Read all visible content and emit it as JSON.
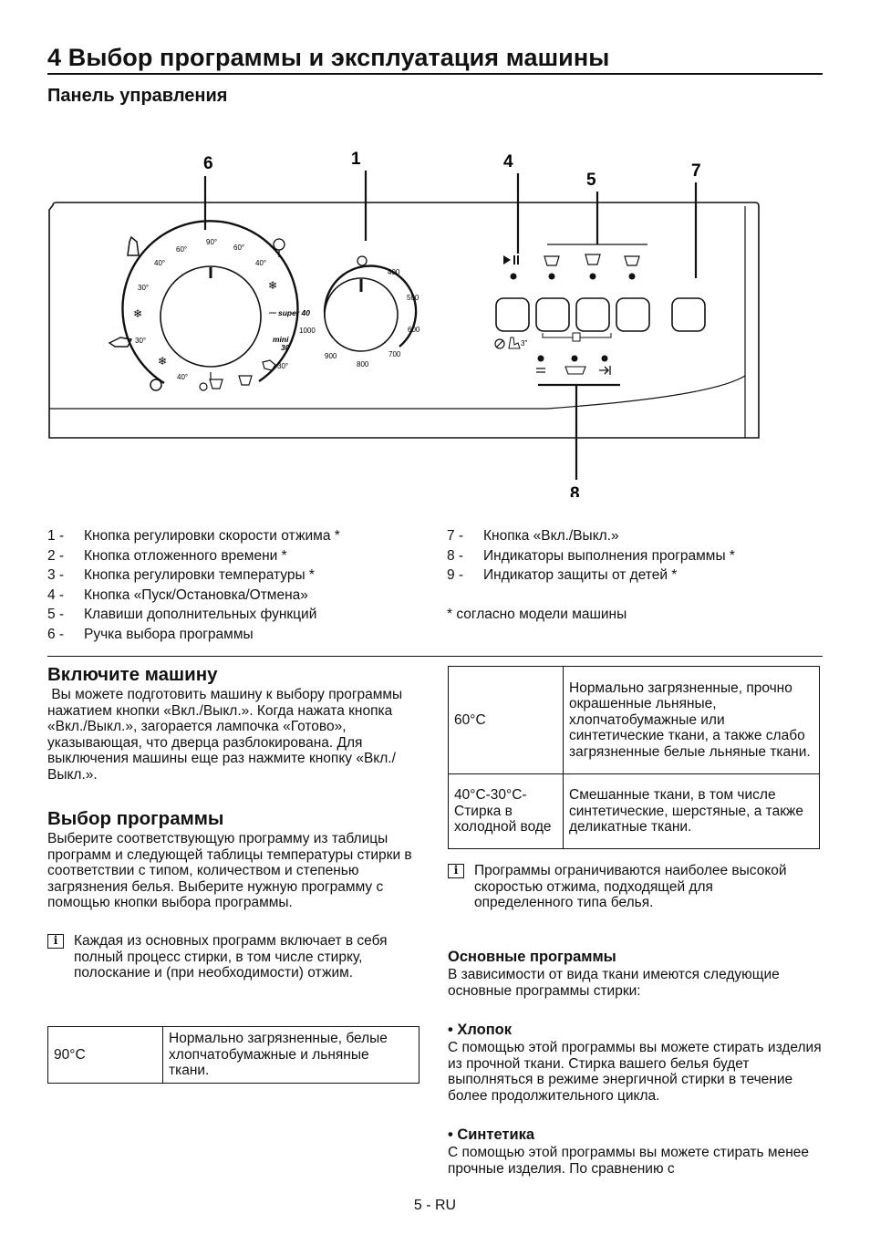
{
  "header": {
    "title": "4 Выбор программы и эксплуатация машины",
    "subtitle": "Панель управления"
  },
  "diagram": {
    "callouts": [
      "6",
      "1",
      "4",
      "5",
      "7",
      "8"
    ],
    "program_dial": {
      "temps": [
        "90°",
        "60°",
        "60°",
        "40°",
        "40°",
        "30°",
        "30°",
        "40°",
        "30°"
      ],
      "labels": [
        "super 40",
        "mini",
        "30"
      ]
    },
    "spin_dial": {
      "speeds": [
        "400",
        "500",
        "600",
        "700",
        "800",
        "900",
        "1000"
      ]
    },
    "child_lock_label": "3\""
  },
  "legend_left": [
    {
      "num": "1 -",
      "text": "Кнопка регулировки скорости отжима *"
    },
    {
      "num": "2 -",
      "text": "Кнопка отложенного времени *"
    },
    {
      "num": "3 -",
      "text": "Кнопка регулировки температуры *"
    },
    {
      "num": "4 -",
      "text": "Кнопка «Пуск/Остановка/Отмена»"
    },
    {
      "num": "5 -",
      "text": "Клавиши дополнительных функций"
    },
    {
      "num": "6 -",
      "text": "Ручка выбора программы"
    }
  ],
  "legend_right": [
    {
      "num": "7 -",
      "text": "Кнопка «Вкл./Выкл.»"
    },
    {
      "num": "8 -",
      "text": "Индикаторы выполнения программы *"
    },
    {
      "num": "9 -",
      "text": "Индикатор защиты от детей *"
    }
  ],
  "legend_footnote": "* согласно модели машины",
  "switch_on": {
    "title": "Включите машину",
    "body": " Вы можете подготовить машину к выбору программы нажатием кнопки «Вкл./Выкл.». Когда нажата кнопка «Вкл./Выкл.», загорается лампочка «Готово», указывающая, что дверца разблокирована. Для выключения машины еще раз нажмите кнопку «Вкл./Выкл.»."
  },
  "program_select": {
    "title": "Выбор программы",
    "body": "Выберите соответствующую программу из таблицы программ и следующей таблицы температуры стирки в соответствии с типом, количеством и степенью загрязнения белья. Выберите нужную программу с помощью кнопки выбора программы.",
    "note": "Каждая из основных программ включает в себя полный процесс стирки, в том числе стирку, полоскание и (при необходимости) отжим."
  },
  "temp_table_left": [
    {
      "temp": "90°C",
      "desc": "Нормально загрязненные, белые хлопчатобумажные и льняные ткани."
    }
  ],
  "temp_table_right": [
    {
      "temp": "60°C",
      "desc": "Нормально загрязненные, прочно окрашенные льняные, хлопчатобумажные или синтетические ткани, а также слабо загрязненные белые льняные ткани."
    },
    {
      "temp": "40°C-30°C- Стирка в холодной воде",
      "desc": "Смешанные ткани, в том числе синтетические, шерстяные, а также деликатные ткани."
    }
  ],
  "right_note": "Программы ограничиваются наиболее высокой скоростью отжима, подходящей для определенного типа белья.",
  "main_programs": {
    "title": "Основные программы",
    "body": "В зависимости от вида ткани имеются следующие основные программы стирки:",
    "items": [
      {
        "title": "• Хлопок",
        "body": "С помощью этой программы вы можете стирать изделия из прочной ткани. Стирка вашего белья будет выполняться в режиме энергичной стирки в течение более продолжительного цикла."
      },
      {
        "title": "• Синтетика",
        "body": "С помощью этой программы вы можете стирать менее прочные изделия. По сравнению с"
      }
    ]
  },
  "page_number": "5 - RU",
  "info_icon_glyph": "i"
}
